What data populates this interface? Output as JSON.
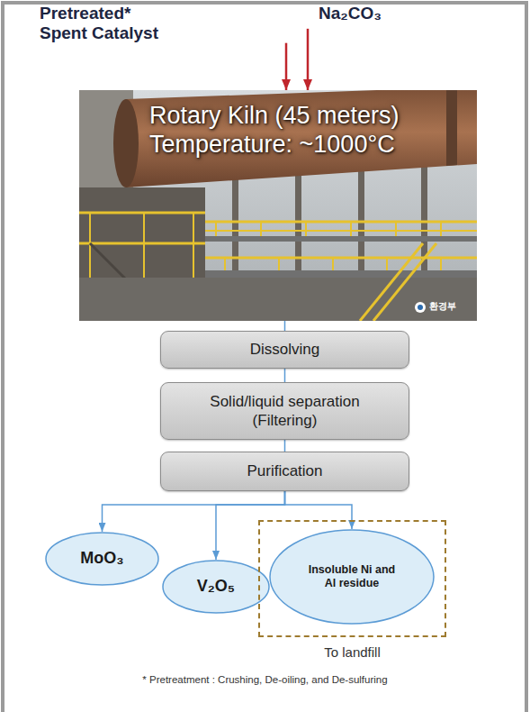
{
  "diagram": {
    "nodes": [
      {
        "text": [
          "Pretreated* Spent Catalyst"
        ]
      },
      {
        "text": [
          "Na₂CO₃"
        ]
      },
      {
        "text": [
          "Rotary Kiln (45 meters)",
          "Temperature: ~1000°C"
        ]
      },
      {
        "text": [
          "Dissolving"
        ]
      },
      {
        "text": [
          "Solid/liquid separation (Filtering)"
        ]
      },
      {
        "text": [
          "Purification"
        ]
      },
      {
        "text": [
          "MoO₃"
        ]
      },
      {
        "text": [
          "V₂O₅"
        ]
      },
      {
        "text": [
          "To landfill"
        ]
      },
      {
        "text": [
          "Insoluble Ni and Al residue"
        ],
        "in": 8
      }
    ],
    "edges": [
      {
        "from": 0,
        "to": 2,
        "arrow": "to"
      },
      {
        "from": 1,
        "to": 2,
        "arrow": "to"
      },
      {
        "from": 2,
        "to": 3,
        "arrow": "none"
      },
      {
        "from": 3,
        "to": 4,
        "arrow": "none"
      },
      {
        "from": 4,
        "to": 5,
        "arrow": "none"
      },
      {
        "from": 5,
        "to": 6,
        "arrow": "to"
      },
      {
        "from": 5,
        "to": 7,
        "arrow": "to"
      },
      {
        "from": 5,
        "to": 9,
        "arrow": "to"
      }
    ],
    "labels": [
      "환경부",
      "* Pretreatment : Crushing, De-oiling, and De-sulfuring"
    ]
  }
}
